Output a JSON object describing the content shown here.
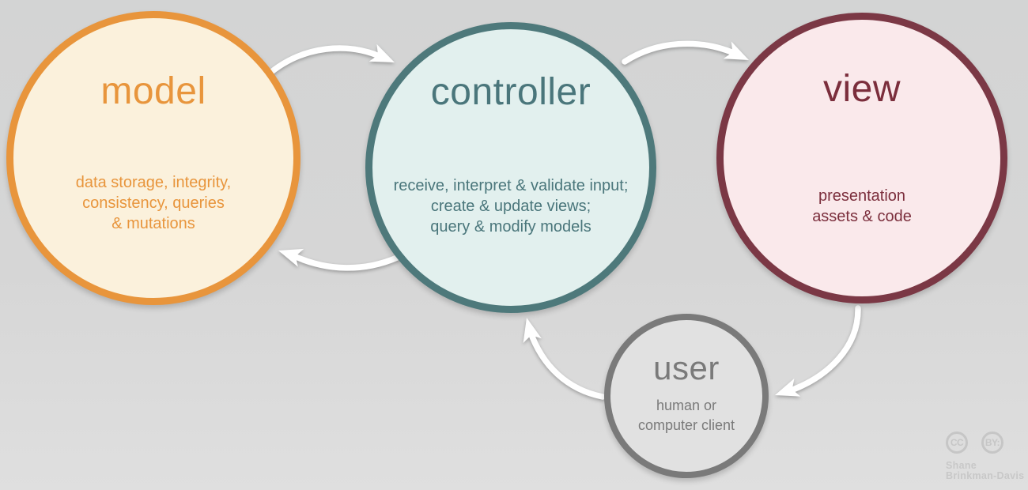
{
  "background": {
    "top_color": "#d3d4d4",
    "bottom_color": "#dfdfdf"
  },
  "nodes": {
    "model": {
      "title": "model",
      "desc_lines": [
        "data storage, integrity,",
        "consistency, queries",
        "& mutations"
      ],
      "border_color": "#e8953c",
      "fill_color": "#fbf1dc",
      "text_color": "#e8953c"
    },
    "controller": {
      "title": "controller",
      "desc_lines": [
        "receive, interpret & validate input;",
        "create & update views;",
        "query & modify models"
      ],
      "border_color": "#4e797b",
      "fill_color": "#e2f0ee",
      "text_color": "#4a767b"
    },
    "view": {
      "title": "view",
      "desc_lines": [
        "presentation",
        "assets & code"
      ],
      "border_color": "#7b3845",
      "fill_color": "#fae9eb",
      "text_color": "#7b2e3c"
    },
    "user": {
      "title": "user",
      "desc_lines": [
        "human or",
        "computer client"
      ],
      "border_color": "#7a7a7a",
      "fill_color": "#e1e1e1",
      "text_color": "#7a7a7a"
    }
  },
  "arrows": {
    "color": "#ffffff",
    "links": [
      {
        "from": "model",
        "to": "controller"
      },
      {
        "from": "controller",
        "to": "view"
      },
      {
        "from": "controller",
        "to": "model"
      },
      {
        "from": "view",
        "to": "user"
      },
      {
        "from": "user",
        "to": "controller"
      }
    ]
  },
  "attribution": {
    "cc_label": "CC",
    "by_label": "BY:",
    "author_line1": "Shane",
    "author_line2": "Brinkman-Davis",
    "color": "#c6c6c6"
  }
}
